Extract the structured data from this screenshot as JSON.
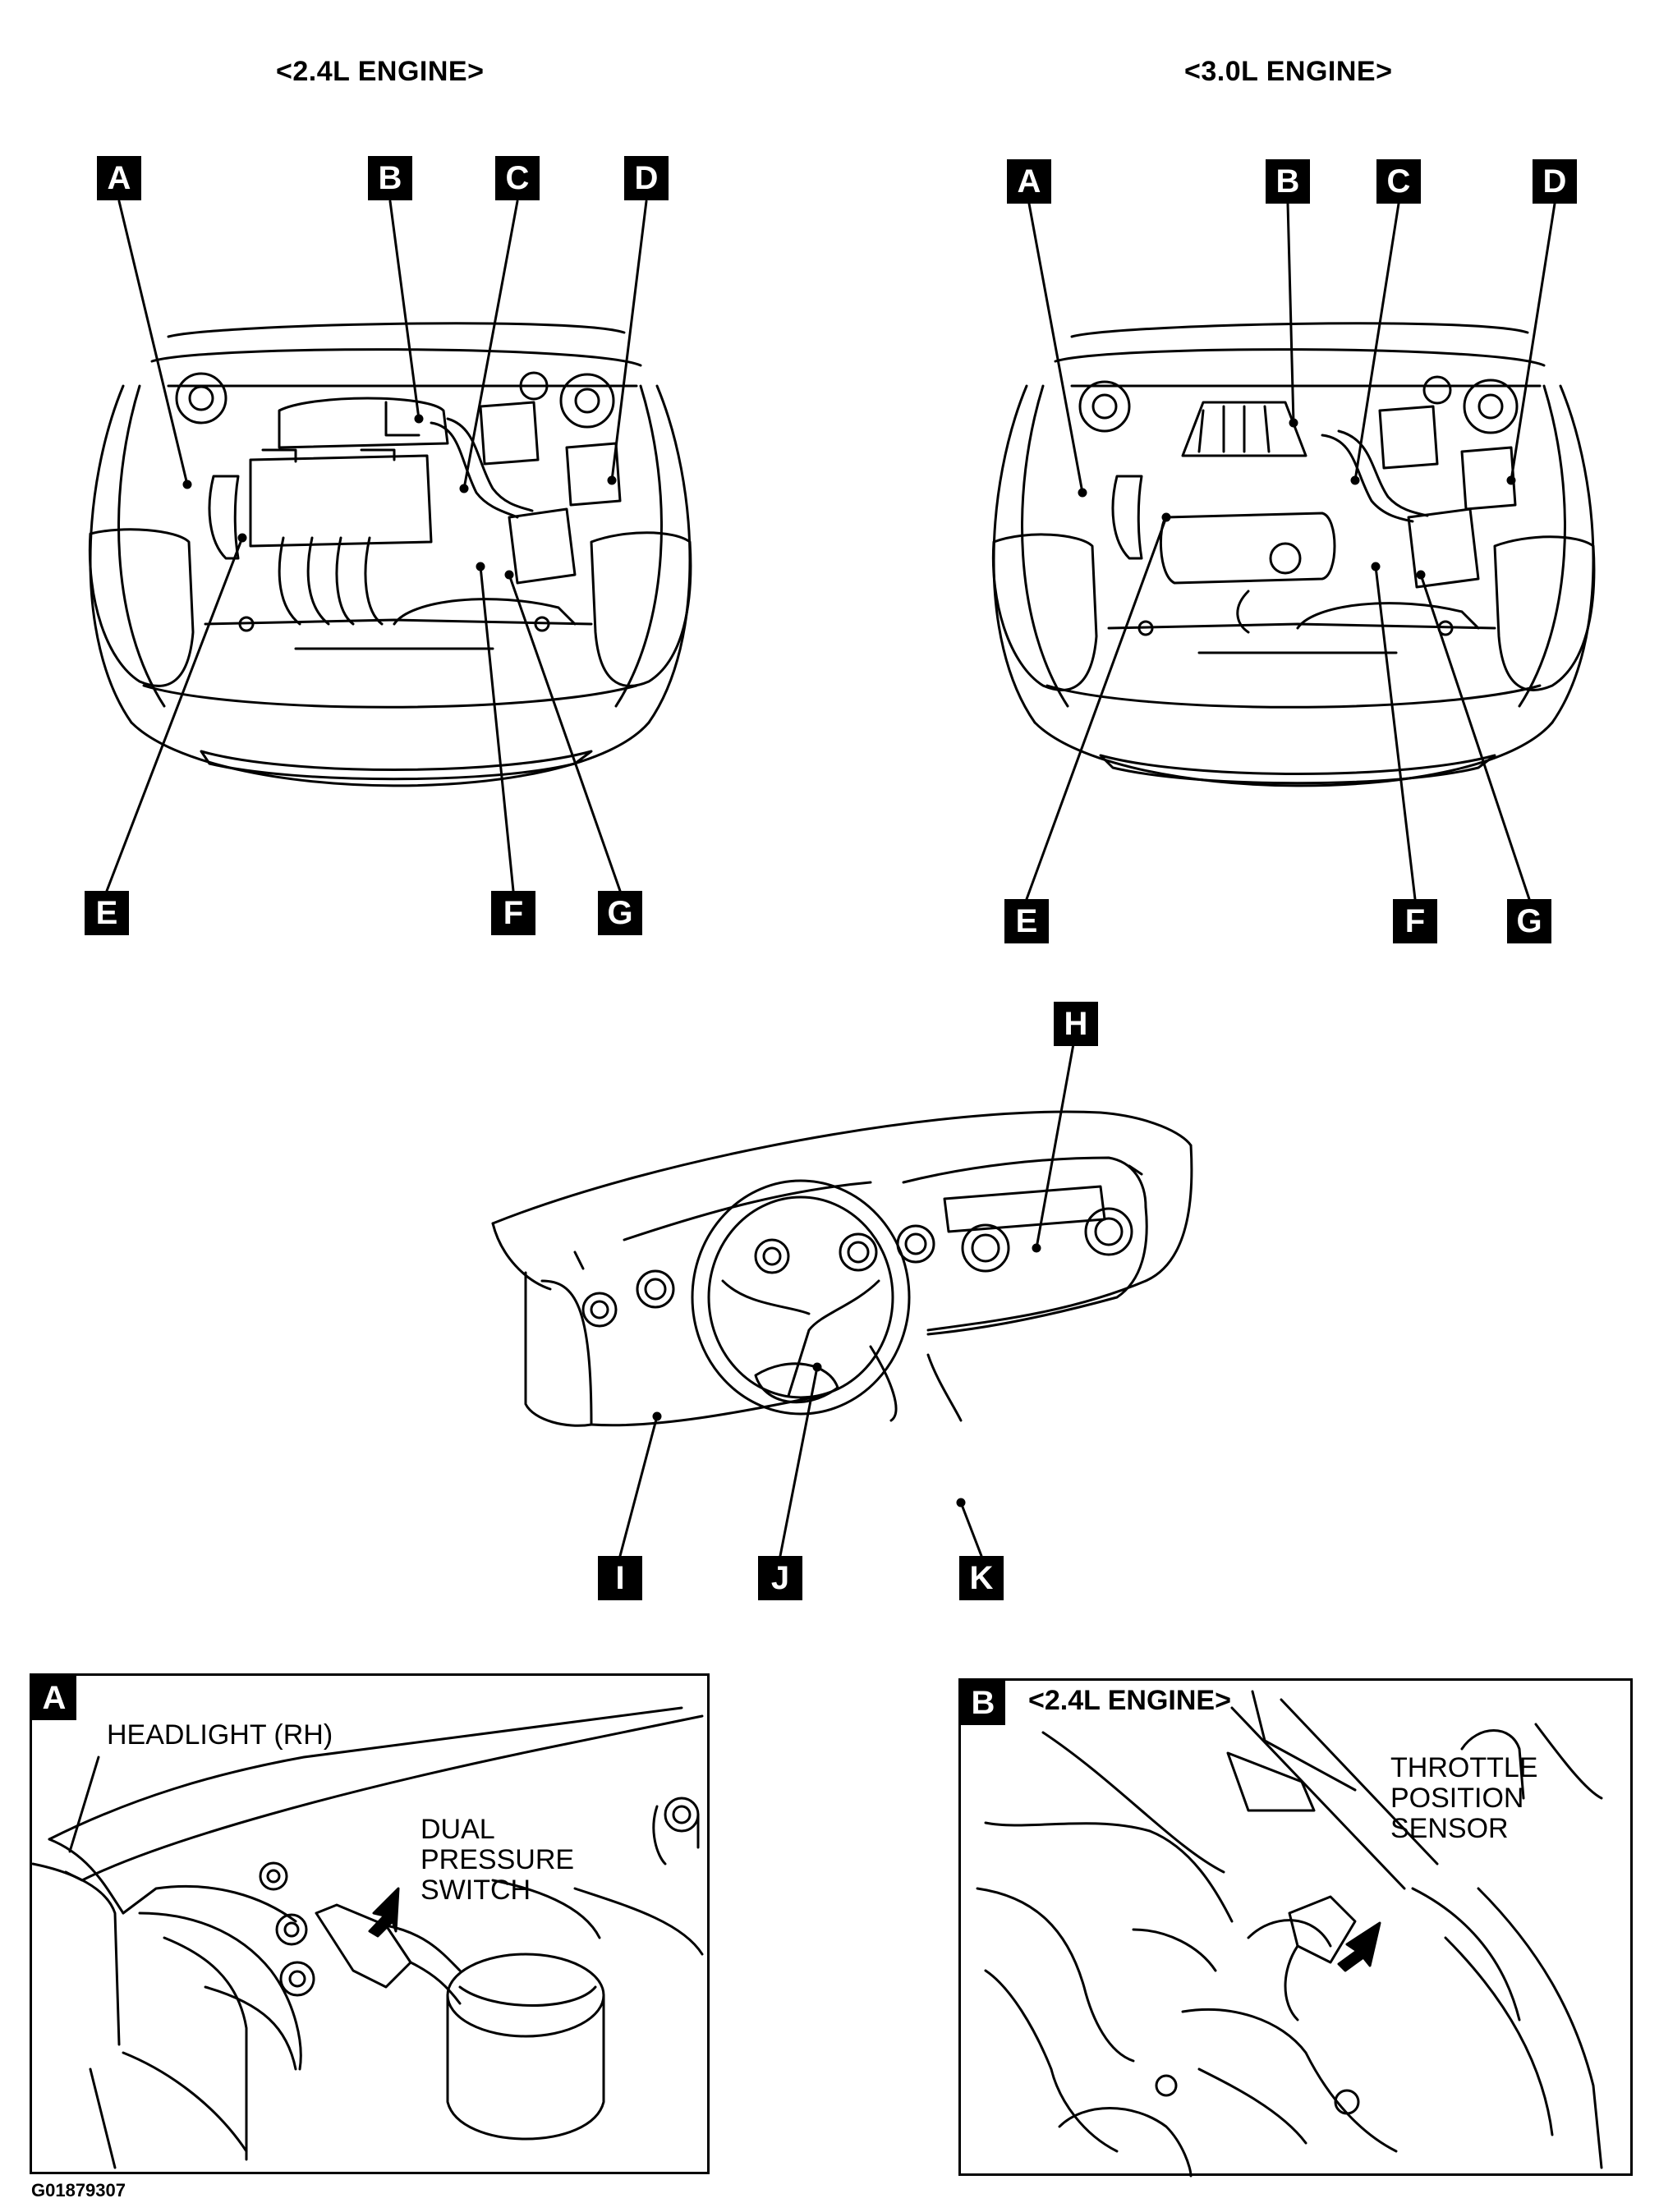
{
  "engine_titles": {
    "left": "<2.4L ENGINE>",
    "right": "<3.0L ENGINE>"
  },
  "callouts": {
    "left": [
      "A",
      "B",
      "C",
      "D",
      "E",
      "F",
      "G"
    ],
    "right": [
      "A",
      "B",
      "C",
      "D",
      "E",
      "F",
      "G"
    ],
    "dash": [
      "H",
      "I",
      "J",
      "K"
    ]
  },
  "detail_a": {
    "label": "A",
    "headlight": "HEADLIGHT (RH)",
    "switch_lines": [
      "DUAL",
      "PRESSURE",
      "SWITCH"
    ]
  },
  "detail_b": {
    "label": "B",
    "engine": "<2.4L ENGINE>",
    "sensor_lines": [
      "THROTTLE",
      "POSITION",
      "SENSOR"
    ]
  },
  "figure_code": "G01879307"
}
